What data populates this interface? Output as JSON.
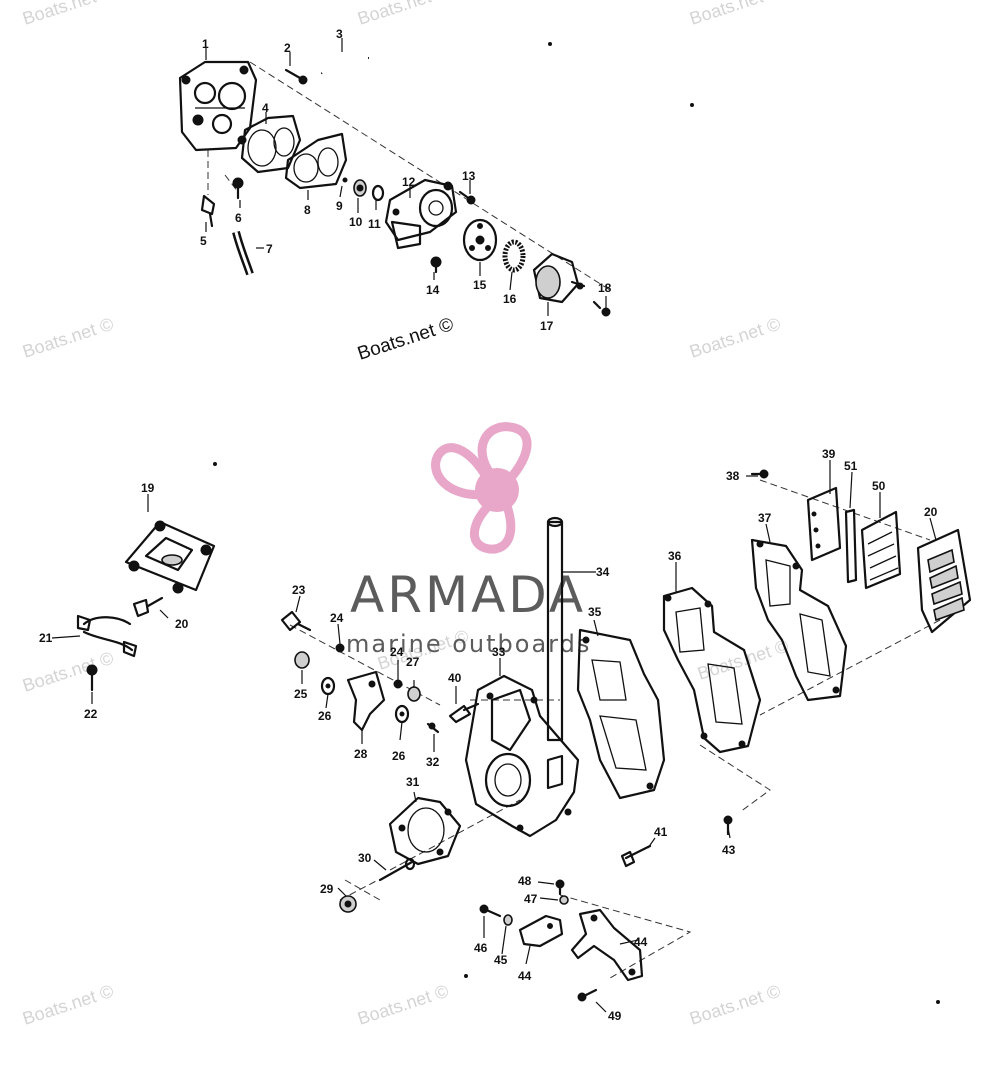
{
  "credit": "Boats.net ©",
  "watermark_text": "Boats.net ©",
  "logo": {
    "brand": "ARMADA",
    "tagline": "marine outboards",
    "accent": "#e8a6c8"
  },
  "callouts": [
    "1",
    "2",
    "3",
    "4",
    "5",
    "6",
    "7",
    "8",
    "9",
    "10",
    "11",
    "12",
    "13",
    "14",
    "15",
    "16",
    "17",
    "18",
    "19",
    "20",
    "21",
    "22",
    "23",
    "24",
    "24",
    "25",
    "26",
    "26",
    "27",
    "28",
    "29",
    "30",
    "31",
    "32",
    "33",
    "34",
    "35",
    "36",
    "37",
    "38",
    "39",
    "40",
    "41",
    "43",
    "44",
    "44",
    "45",
    "46",
    "47",
    "48",
    "49",
    "50",
    "20",
    "51"
  ]
}
